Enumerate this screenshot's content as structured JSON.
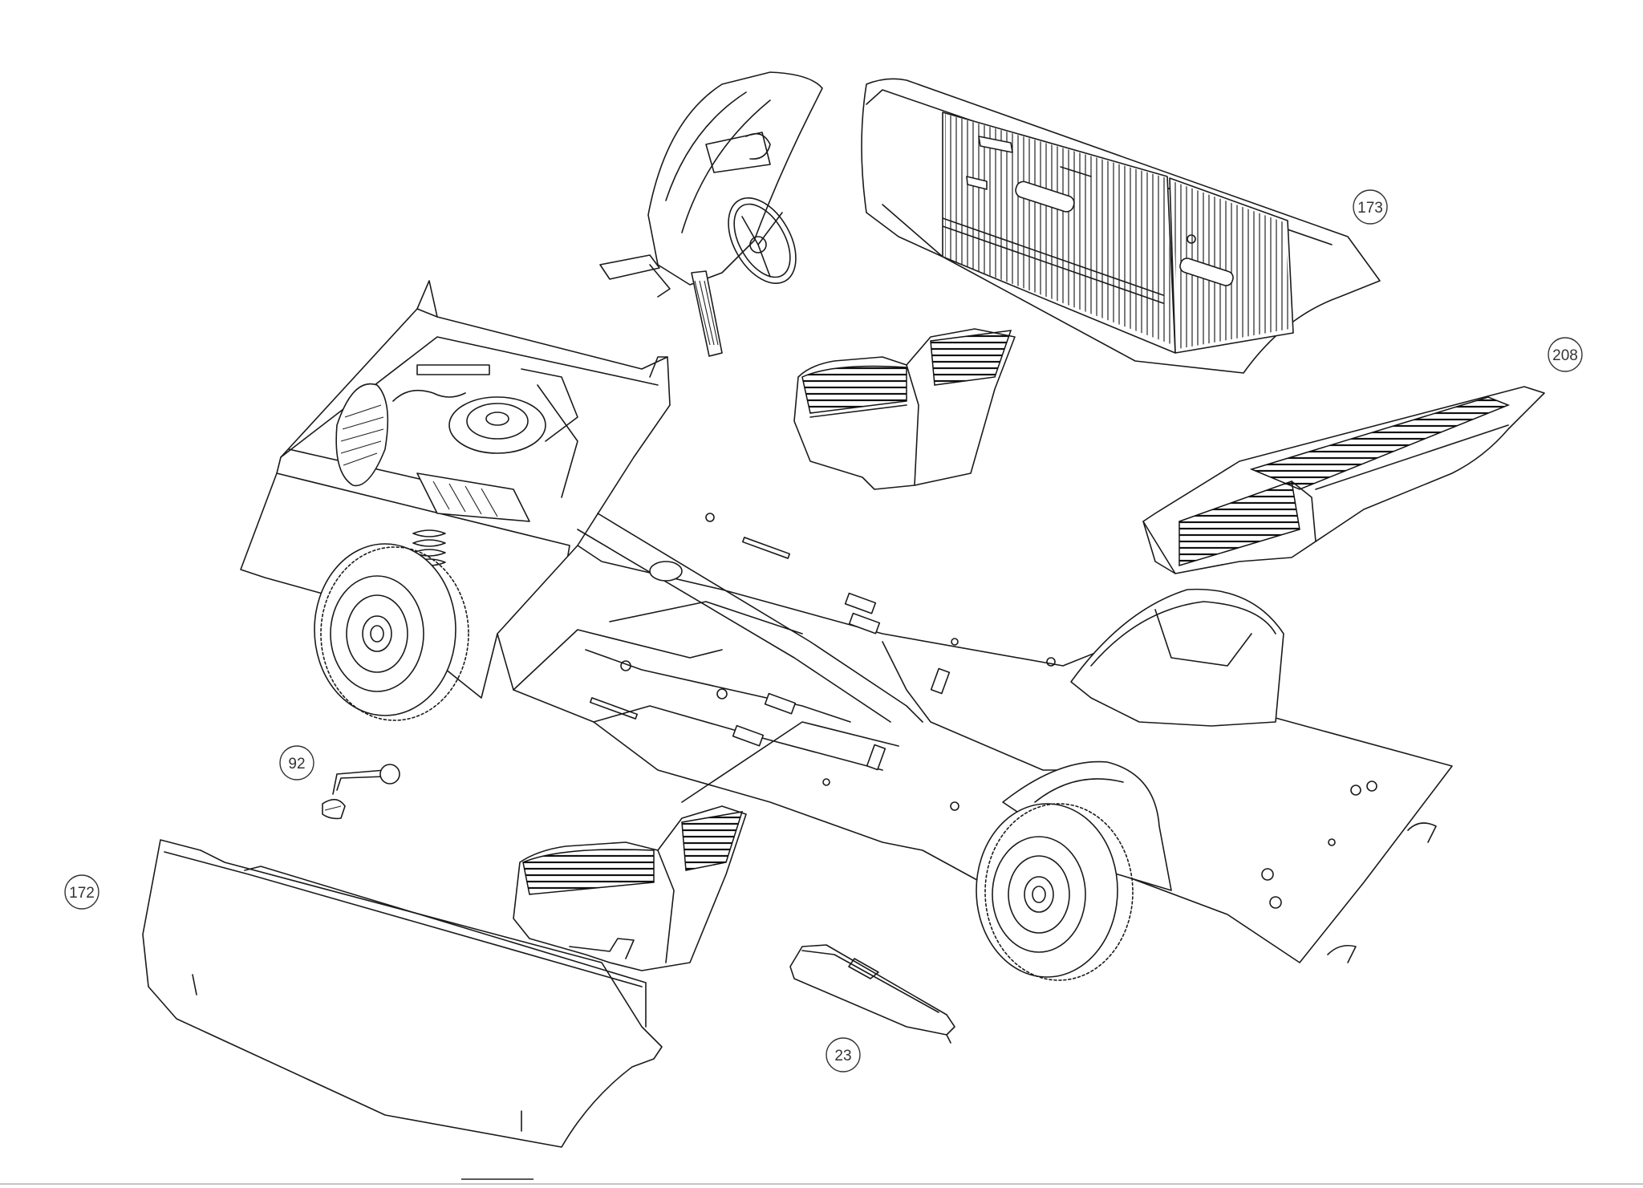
{
  "callouts": [
    {
      "id": "173",
      "label": "173"
    },
    {
      "id": "208",
      "label": "208"
    },
    {
      "id": "92",
      "label": "92"
    },
    {
      "id": "172",
      "label": "172"
    },
    {
      "id": "23",
      "label": "23"
    }
  ],
  "colors": {
    "line": "#1a1a1a",
    "background": "#ffffff",
    "callout": "#333333"
  }
}
